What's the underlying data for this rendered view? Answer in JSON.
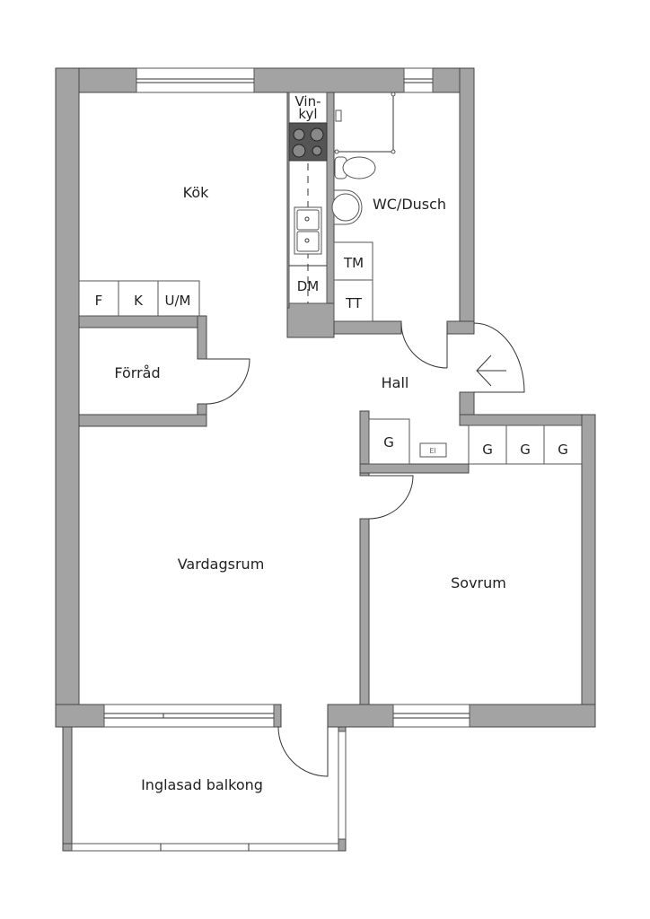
{
  "rooms": {
    "kitchen": "Kök",
    "storage": "Förråd",
    "hall": "Hall",
    "living_room": "Vardagsrum",
    "bedroom": "Sovrum",
    "balcony": "Inglasad balkong",
    "bathroom": "WC/Dusch"
  },
  "fixtures": {
    "wine_fridge_line1": "Vin-",
    "wine_fridge_line2": "kyl",
    "dishwasher": "DM",
    "washing_machine": "TM",
    "tumble_dryer": "TT",
    "freezer": "F",
    "fridge": "K",
    "microwave": "U/M",
    "wardrobes": [
      "G",
      "G",
      "G",
      "G"
    ],
    "electrical_panel": "El"
  },
  "colors": {
    "wall": "#a3a3a3",
    "stove": "#555555"
  }
}
